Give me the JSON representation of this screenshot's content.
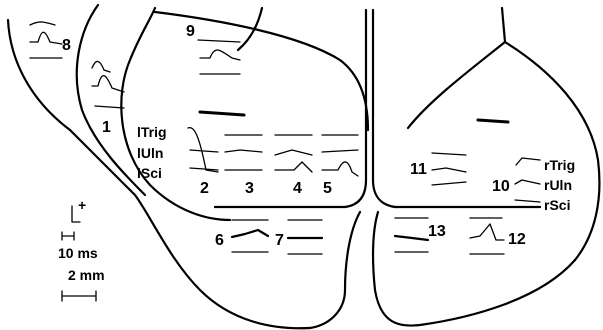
{
  "site_numbers": {
    "s1": "1",
    "s2": "2",
    "s3": "3",
    "s4": "4",
    "s5": "5",
    "s6": "6",
    "s7": "7",
    "s8": "8",
    "s9": "9",
    "s10": "10",
    "s11": "11",
    "s12": "12",
    "s13": "13"
  },
  "nerve_labels": {
    "left": {
      "trig": "lTrig",
      "uln": "lUln",
      "sci": "lSci"
    },
    "right": {
      "trig": "rTrig",
      "uln": "rUln",
      "sci": "rSci"
    }
  },
  "scale": {
    "calibration_polarity": "+",
    "time_label": "10 ms",
    "distance_label": "2 mm"
  }
}
